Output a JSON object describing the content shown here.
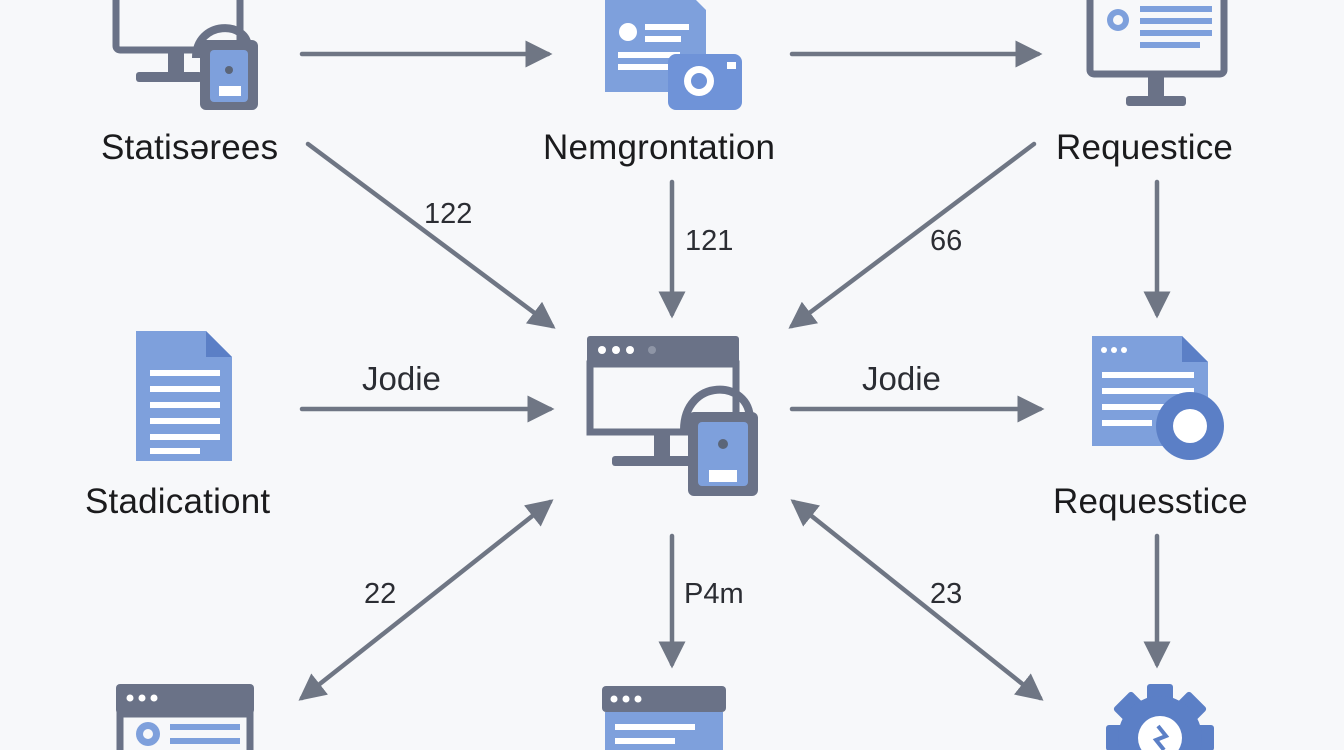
{
  "colors": {
    "background": "#f7f8fa",
    "arrow": "#6f7684",
    "icon_dark": "#6a7287",
    "icon_blue": "#7ea0dc",
    "icon_blue_dark": "#5b7fc6",
    "text": "#1b1b1d"
  },
  "nodes": {
    "top_left": {
      "label": "Statisǝrees",
      "icon": "monitor-lock-icon"
    },
    "top_center": {
      "label": "Nemgrontation",
      "icon": "document-camera-icon"
    },
    "top_right": {
      "label": "Requestice",
      "icon": "monitor-icon"
    },
    "middle_left": {
      "label": "Stadicationt",
      "icon": "document-icon"
    },
    "center": {
      "label": "",
      "icon": "browser-lock-icon"
    },
    "middle_right": {
      "label": "Requesstice",
      "icon": "document-gear-icon"
    },
    "bottom_left": {
      "label": "",
      "icon": "browser-window-icon"
    },
    "bottom_center": {
      "label": "",
      "icon": "browser-window-icon"
    },
    "bottom_right": {
      "label": "",
      "icon": "gear-icon"
    }
  },
  "edges": {
    "top_left_to_center": "122",
    "top_center_to_center": "121",
    "top_right_to_center": "66",
    "middle_left_to_center": "Jodie",
    "center_to_middle_right": "Jodie",
    "center_to_bottom_left": "22",
    "center_to_bottom_center": "P4m",
    "center_to_bottom_right": "23"
  }
}
